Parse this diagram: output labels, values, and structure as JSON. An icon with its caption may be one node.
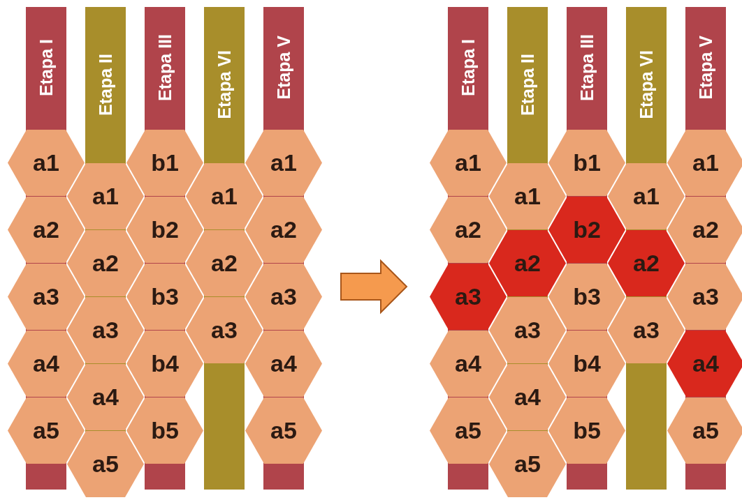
{
  "diagram": {
    "nodes": [
      {
        "text": [
          "Etapa I"
        ]
      },
      {
        "text": [
          "a1"
        ]
      },
      {
        "text": [
          "a2"
        ]
      },
      {
        "text": [
          "a3"
        ]
      },
      {
        "text": [
          "a4"
        ]
      },
      {
        "text": [
          "a5"
        ]
      },
      {
        "text": [
          "Etapa II"
        ]
      },
      {
        "text": [
          "a1"
        ]
      },
      {
        "text": [
          "a2"
        ]
      },
      {
        "text": [
          "a3"
        ]
      },
      {
        "text": [
          "a4"
        ]
      },
      {
        "text": [
          "a5"
        ]
      },
      {
        "text": [
          "Etapa III"
        ]
      },
      {
        "text": [
          "b1"
        ]
      },
      {
        "text": [
          "b2"
        ]
      },
      {
        "text": [
          "b3"
        ]
      },
      {
        "text": [
          "b4"
        ]
      },
      {
        "text": [
          "b5"
        ]
      },
      {
        "text": [
          "Etapa VI"
        ]
      },
      {
        "text": [
          "a1"
        ]
      },
      {
        "text": [
          "a2"
        ]
      },
      {
        "text": [
          "a3"
        ]
      },
      {
        "text": [
          "Etapa V"
        ]
      },
      {
        "text": [
          "a1"
        ]
      },
      {
        "text": [
          "a2"
        ]
      },
      {
        "text": [
          "a3"
        ]
      },
      {
        "text": [
          "a4"
        ]
      },
      {
        "text": [
          "a5"
        ]
      },
      {
        "text": [
          "Etapa I"
        ]
      },
      {
        "text": [
          "a1"
        ]
      },
      {
        "text": [
          "a2"
        ]
      },
      {
        "text": [
          "a3"
        ]
      },
      {
        "text": [
          "a4"
        ]
      },
      {
        "text": [
          "a5"
        ]
      },
      {
        "text": [
          "Etapa II"
        ]
      },
      {
        "text": [
          "a1"
        ]
      },
      {
        "text": [
          "a2"
        ]
      },
      {
        "text": [
          "a3"
        ]
      },
      {
        "text": [
          "a4"
        ]
      },
      {
        "text": [
          "a5"
        ]
      },
      {
        "text": [
          "Etapa III"
        ]
      },
      {
        "text": [
          "b1"
        ]
      },
      {
        "text": [
          "b2"
        ]
      },
      {
        "text": [
          "b3"
        ]
      },
      {
        "text": [
          "b4"
        ]
      },
      {
        "text": [
          "b5"
        ]
      },
      {
        "text": [
          "Etapa VI"
        ]
      },
      {
        "text": [
          "a1"
        ]
      },
      {
        "text": [
          "a2"
        ]
      },
      {
        "text": [
          "a3"
        ]
      },
      {
        "text": [
          "Etapa V"
        ]
      },
      {
        "text": [
          "a1"
        ]
      },
      {
        "text": [
          "a2"
        ]
      },
      {
        "text": [
          "a3"
        ]
      },
      {
        "text": [
          "a4"
        ]
      },
      {
        "text": [
          "a5"
        ]
      }
    ]
  }
}
